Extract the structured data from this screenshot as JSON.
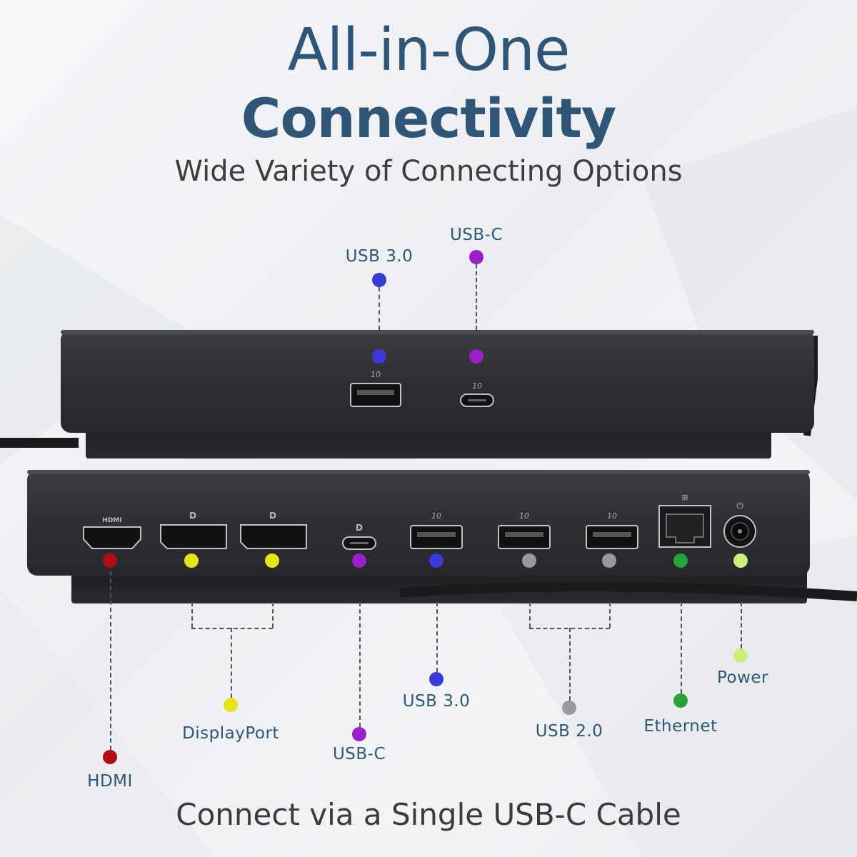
{
  "header": {
    "title_line1": "All-in-One",
    "title_line2": "Connectivity",
    "subtitle": "Wide Variety of Connecting Options"
  },
  "footer": {
    "text": "Connect via a Single USB-C Cable"
  },
  "front_ports": [
    {
      "label": "USB 3.0",
      "color": "#3a3ad6",
      "icon": "usb-a-port-icon"
    },
    {
      "label": "USB-C",
      "color": "#9a1fc9",
      "icon": "usb-c-port-icon"
    }
  ],
  "port_markings": {
    "hdmi": "HDMI",
    "speed": "10"
  },
  "rear_ports": [
    {
      "label": "HDMI",
      "color": "#b00d14"
    },
    {
      "label": "DisplayPort",
      "color": "#e8e417"
    },
    {
      "label": "USB-C",
      "color": "#9a1fc9"
    },
    {
      "label": "USB 3.0",
      "color": "#3a3ad6"
    },
    {
      "label": "USB 2.0",
      "color": "#9a9a9a"
    },
    {
      "label": "Ethernet",
      "color": "#27a33a"
    },
    {
      "label": "Power",
      "color": "#c9f07a"
    }
  ]
}
